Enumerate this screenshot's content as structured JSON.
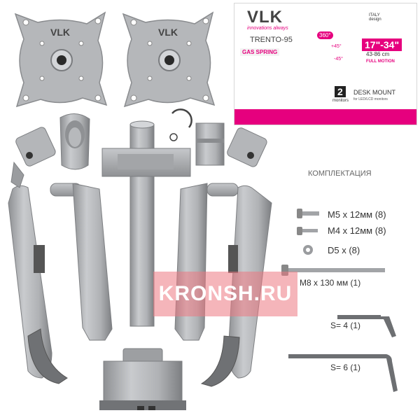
{
  "plate_logo": "VLK",
  "box": {
    "brand": "VLK",
    "slogan": "innovations always",
    "model": "TRENTO-95",
    "badge_gas": "GAS SPRING",
    "rotation": "360°",
    "tilt_up": "+45°",
    "tilt_down": "-45°",
    "size_range": "17\"-34\"",
    "size_cm": "43-86 cm",
    "full_motion": "FULL MOTION",
    "monitors_count": "2",
    "monitors_label": "monitors",
    "desk_mount": "DESK MOUNT",
    "desk_mount_sub": "for LED/LCD monitors",
    "italy": "ITALY design",
    "colors": {
      "pink": "#e6007e",
      "grey": "#b9bbbe",
      "dark_grey": "#8d8f92"
    }
  },
  "kit": {
    "title": "КОМПЛЕКТАЦИЯ",
    "items": [
      {
        "label": "M5 x 12мм (8)",
        "icon": "bolt-icon"
      },
      {
        "label": "M4 x 12мм (8)",
        "icon": "bolt-icon"
      },
      {
        "label": "D5 x (8)",
        "icon": "washer-icon"
      },
      {
        "label": "M8 x 130 мм (1)",
        "icon": "long-bolt-icon"
      },
      {
        "label": "S= 4 (1)",
        "icon": "hex-key-icon"
      },
      {
        "label": "S= 6 (1)",
        "icon": "hex-key-icon"
      }
    ]
  },
  "watermark": "KRONSH.RU"
}
